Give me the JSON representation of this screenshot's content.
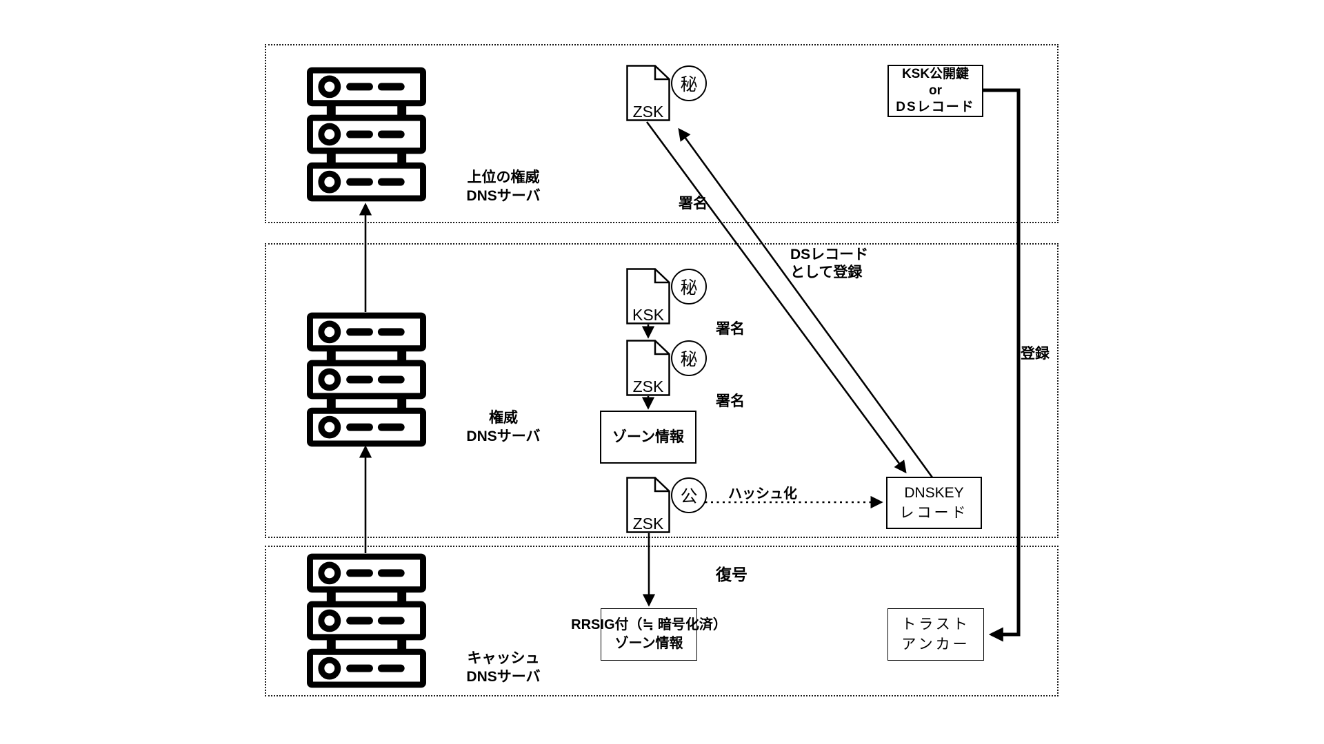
{
  "colors": {
    "ink": "#000000",
    "bg": "#ffffff"
  },
  "tiers": [
    {
      "label_line1": "上位の権威",
      "label_line2": "DNSサーバ"
    },
    {
      "label_line1": "権威",
      "label_line2": "DNSサーバ"
    },
    {
      "label_line1": "キャッシュ",
      "label_line2": "DNSサーバ"
    }
  ],
  "documents": [
    {
      "label": "ZSK",
      "badge": "秘"
    },
    {
      "label": "KSK",
      "badge": "秘"
    },
    {
      "label": "ZSK",
      "badge": "秘"
    },
    {
      "label": "ZSK",
      "badge": "公"
    }
  ],
  "boxes": {
    "ksk_public": {
      "line1": "KSK公開鍵",
      "line2": "or",
      "line3": "DSレコード"
    },
    "zone_info": {
      "line1": "ゾーン情報"
    },
    "dnskey": {
      "line1": "DNSKEY",
      "line2": "レコード"
    },
    "rrsig": {
      "line1": "RRSIG付（≒ 暗号化済）",
      "line2": "ゾーン情報"
    },
    "trust_anchor": {
      "line1": "トラスト",
      "line2": "アンカー"
    }
  },
  "edge_labels": {
    "sign_upper": "署名",
    "ds_register_line1": "DSレコード",
    "ds_register_line2": "として登録",
    "sign_ksk": "署名",
    "sign_zsk": "署名",
    "hash": "ハッシュ化",
    "decrypt": "復号",
    "register": "登録"
  }
}
